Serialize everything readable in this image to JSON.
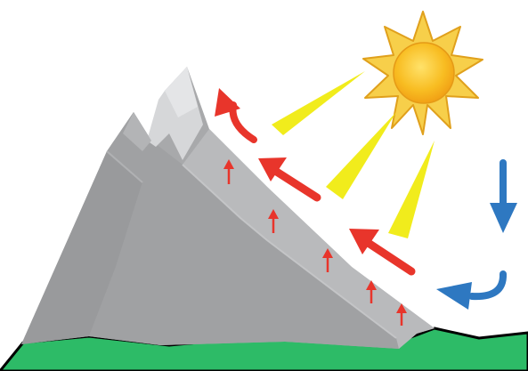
{
  "diagram": {
    "colors": {
      "background": "#ffffff",
      "ground": "#2dbb67",
      "mountain_light": "#b8b9bb",
      "mountain_mid": "#a3a4a6",
      "mountain_dark": "#8f9092",
      "snow": "#d6d7d9",
      "sun_rays": "#ecb61f",
      "sun_core": "#f6b31a",
      "sunlight_beams": "#f1ec1c",
      "warm_air_arrows": "#e8352b",
      "cool_air_arrows": "#2e78c1"
    },
    "elements": {
      "sun": "sun-icon",
      "sunlight": "sunlight-beam",
      "upslope_wind": "red-arrow",
      "surface_heating": "small-red-up-arrow",
      "sinking_air": "blue-arrow"
    }
  }
}
